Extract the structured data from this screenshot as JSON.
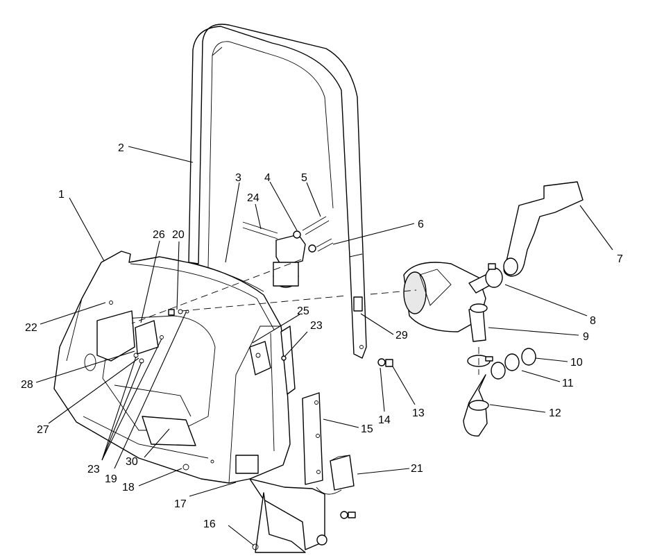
{
  "callouts": [
    {
      "id": "c1",
      "label": "1"
    },
    {
      "id": "c2",
      "label": "2"
    },
    {
      "id": "c3",
      "label": "3"
    },
    {
      "id": "c4",
      "label": "4"
    },
    {
      "id": "c5",
      "label": "5"
    },
    {
      "id": "c6",
      "label": "6"
    },
    {
      "id": "c7",
      "label": "7"
    },
    {
      "id": "c8",
      "label": "8"
    },
    {
      "id": "c9",
      "label": "9"
    },
    {
      "id": "c10",
      "label": "10"
    },
    {
      "id": "c11",
      "label": "11"
    },
    {
      "id": "c12",
      "label": "12"
    },
    {
      "id": "c13",
      "label": "13"
    },
    {
      "id": "c14",
      "label": "14"
    },
    {
      "id": "c15",
      "label": "15"
    },
    {
      "id": "c16",
      "label": "16"
    },
    {
      "id": "c17",
      "label": "17"
    },
    {
      "id": "c18",
      "label": "18"
    },
    {
      "id": "c19",
      "label": "19"
    },
    {
      "id": "c20",
      "label": "20"
    },
    {
      "id": "c21",
      "label": "21"
    },
    {
      "id": "c22",
      "label": "22"
    },
    {
      "id": "c23a",
      "label": "23"
    },
    {
      "id": "c23b",
      "label": "23"
    },
    {
      "id": "c24",
      "label": "24"
    },
    {
      "id": "c25",
      "label": "25"
    },
    {
      "id": "c26",
      "label": "26"
    },
    {
      "id": "c27",
      "label": "27"
    },
    {
      "id": "c28",
      "label": "28"
    },
    {
      "id": "c29",
      "label": "29"
    },
    {
      "id": "c30",
      "label": "30"
    }
  ]
}
